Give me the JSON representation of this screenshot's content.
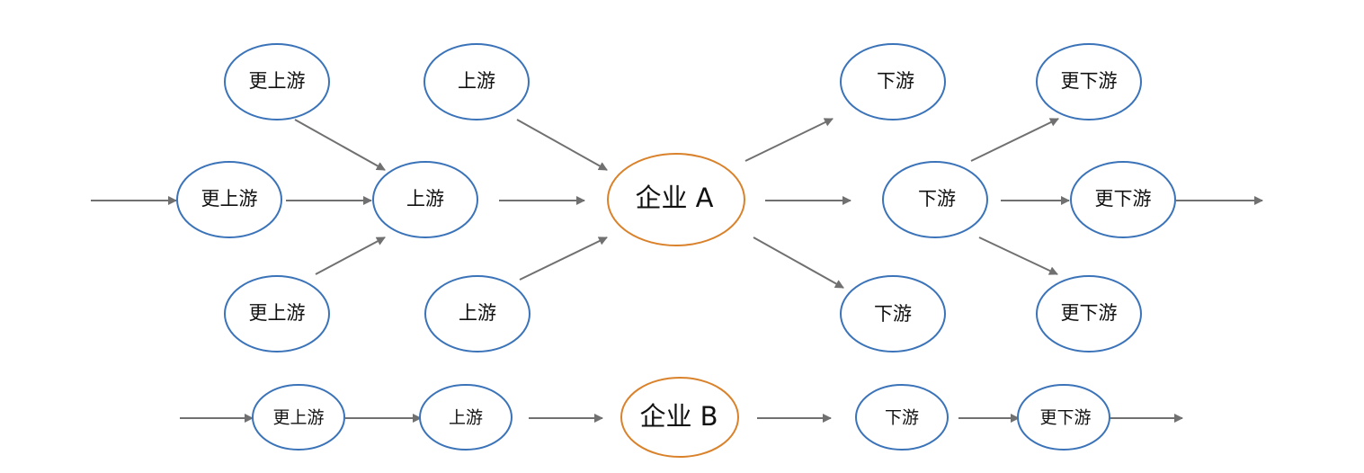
{
  "colors": {
    "node_stroke": "#3b73b9",
    "enterprise_stroke": "#d9822b",
    "arrow": "#707070",
    "text": "#111111"
  },
  "labels": {
    "more_upstream": "更上游",
    "upstream": "上游",
    "enterprise_a": "企业 A",
    "downstream": "下游",
    "more_downstream": "更下游",
    "enterprise_b": "企业 B"
  }
}
